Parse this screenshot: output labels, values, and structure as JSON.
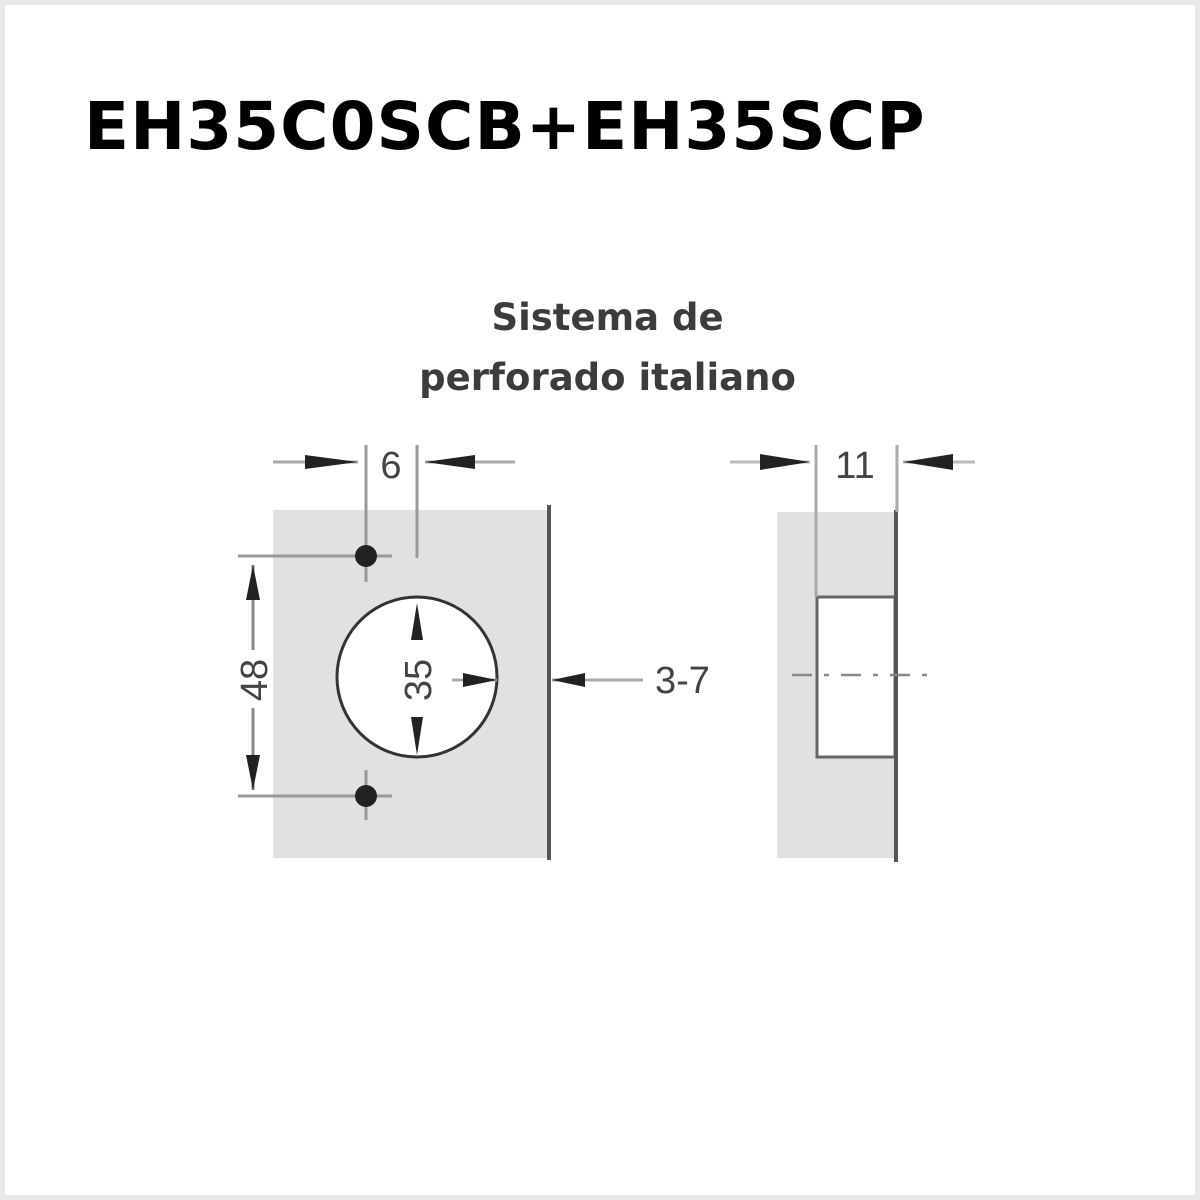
{
  "title": "EH35C0SCB+EH35SCP",
  "subtitle": {
    "line1": "Sistema de",
    "line2": "perforado italiano"
  },
  "dimensions": {
    "hole_spacing_offset": "6",
    "screw_spacing": "48",
    "cup_diameter": "35",
    "edge_distance": "3-7",
    "cup_depth": "11"
  }
}
